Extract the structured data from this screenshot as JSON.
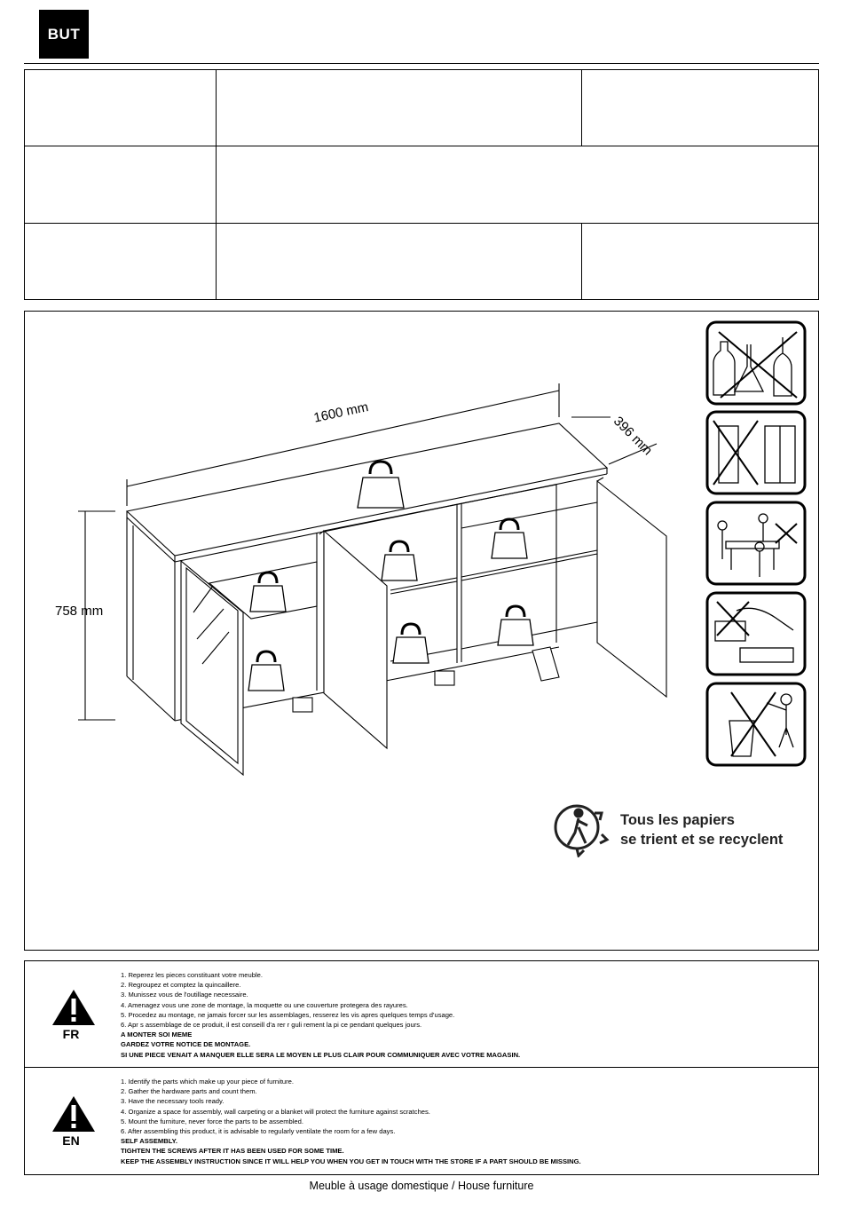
{
  "brand": {
    "logo_text": "BUT"
  },
  "furniture": {
    "width_label": "1600 mm",
    "depth_label": "396 mm",
    "height_label": "758 mm"
  },
  "pictograms": [
    "no-chemical-cleaners-icon",
    "no-wardrobe-overload-icon",
    "two-person-assembly-icon",
    "no-dragging-floor-icon",
    "no-trash-disposal-icon"
  ],
  "recycling": {
    "icon": "triman-recycle-icon",
    "line1": "Tous les papiers",
    "line2": "se trient et se recyclent"
  },
  "notices": {
    "fr": {
      "lang": "FR",
      "lines": [
        "1. Reperez les pieces constituant votre meuble.",
        "2. Regroupez et comptez la quincaillere.",
        "3. Munissez vous de l'outillage necessaire.",
        "4. Amenagez vous une zone de montage, la moquette ou une couverture protegera des rayures.",
        "5. Procedez au montage, ne jamais forcer sur les assemblages, resserez les vis apres quelques temps d'usage.",
        "6. Apr  s assemblage de ce produit, il est conseill   d'a  rer r  guli  rement la pi  ce pendant quelques jours.",
        "A MONTER SOI MEME",
        "GARDEZ VOTRE NOTICE DE MONTAGE.",
        "SI UNE PIECE VENAIT A MANQUER ELLE SERA LE MOYEN LE PLUS CLAIR POUR COMMUNIQUER AVEC VOTRE MAGASIN."
      ]
    },
    "en": {
      "lang": "EN",
      "lines": [
        "1. Identify the parts which make up your piece of furniture.",
        "2. Gather the hardware parts and count them.",
        "3. Have the necessary tools ready.",
        "4. Organize a space for assembly, wall carpeting or a blanket will protect the furniture against scratches.",
        "5. Mount the furniture, never force the parts to be assembled.",
        "6. After assembling this product, it is advisable to regularly ventilate the room for a few days.",
        "SELF ASSEMBLY.",
        "TIGHTEN THE SCREWS AFTER IT HAS BEEN USED FOR SOME TIME.",
        "KEEP THE ASSEMBLY INSTRUCTION SINCE IT WILL HELP YOU WHEN YOU GET IN TOUCH WITH THE STORE IF A PART SHOULD BE MISSING."
      ]
    }
  },
  "footer": {
    "text": "Meuble à usage domestique / House furniture"
  }
}
